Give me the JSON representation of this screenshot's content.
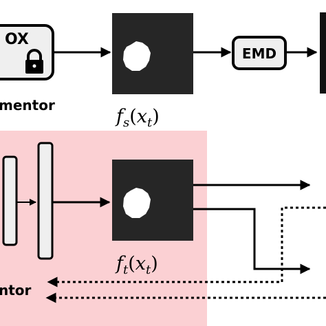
{
  "blackbox": {
    "label_fragment": "OX"
  },
  "augmentor_top": {
    "label_fragment": "mentor"
  },
  "augmentor_bottom": {
    "label_fragment": "ntor"
  },
  "emd": {
    "label": "EMD"
  },
  "formula_source": {
    "f": "f",
    "sub": "s",
    "open": "(",
    "x": "x",
    "xsub": "t",
    "close": ")"
  },
  "formula_target": {
    "f": "f",
    "sub": "t",
    "open": "(",
    "x": "x",
    "xsub": "t",
    "close": ")"
  },
  "colors": {
    "student_bg": "#fbd0d3",
    "box_fill": "#efefef",
    "mask_bg": "#262626",
    "mask_fg": "#ffffff",
    "line": "#000000"
  }
}
